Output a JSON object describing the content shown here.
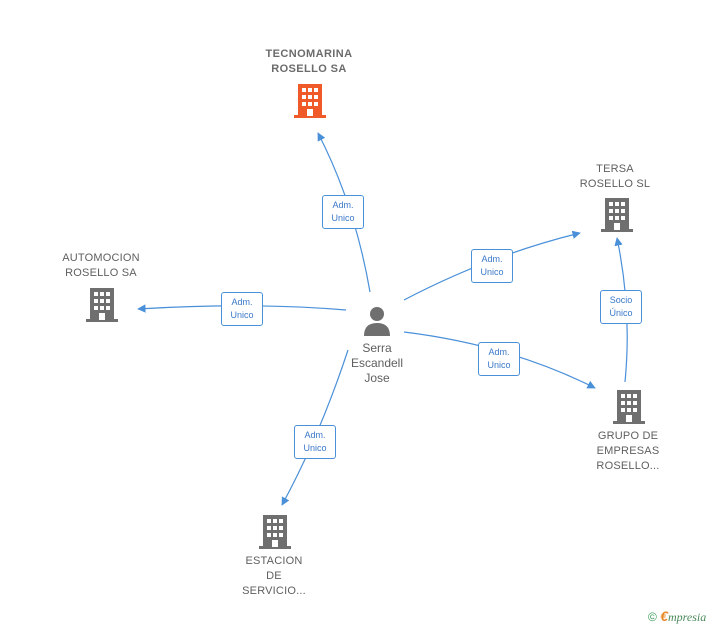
{
  "person": {
    "lines": [
      "Serra",
      "Escandell",
      "Jose"
    ],
    "icon": "person-icon"
  },
  "companies": [
    {
      "id": "tecnomarina",
      "lines": [
        "TECNOMARINA",
        "ROSELLO SA"
      ],
      "icon": "building-icon",
      "color": "#f05a28",
      "primary": true
    },
    {
      "id": "tersa",
      "lines": [
        "TERSA",
        "ROSELLO SL"
      ],
      "icon": "building-icon",
      "color": "#6f6f6f"
    },
    {
      "id": "automocion",
      "lines": [
        "AUTOMOCION",
        "ROSELLO SA"
      ],
      "icon": "building-icon",
      "color": "#6f6f6f"
    },
    {
      "id": "grupo",
      "lines": [
        "GRUPO DE",
        "EMPRESAS",
        "ROSELLO..."
      ],
      "icon": "building-icon",
      "color": "#6f6f6f"
    },
    {
      "id": "estacion",
      "lines": [
        "ESTACION",
        "DE",
        "SERVICIO..."
      ],
      "icon": "building-icon",
      "color": "#6f6f6f"
    }
  ],
  "relations": [
    {
      "id": "r-tecnomarina",
      "lines": [
        "Adm.",
        "Unico"
      ]
    },
    {
      "id": "r-tersa",
      "lines": [
        "Adm.",
        "Unico"
      ]
    },
    {
      "id": "r-automocion",
      "lines": [
        "Adm.",
        "Unico"
      ]
    },
    {
      "id": "r-grupo",
      "lines": [
        "Adm.",
        "Unico"
      ]
    },
    {
      "id": "r-estacion",
      "lines": [
        "Adm.",
        "Unico"
      ]
    },
    {
      "id": "r-grupo-tersa",
      "lines": [
        "Socio",
        "Único"
      ]
    }
  ],
  "colors": {
    "edge": "#4a90d9",
    "accent": "#f05a28",
    "node": "#6f6f6f"
  },
  "footer": {
    "copyright": "©",
    "brand_initial": "€",
    "brand_rest": "mpresia"
  }
}
